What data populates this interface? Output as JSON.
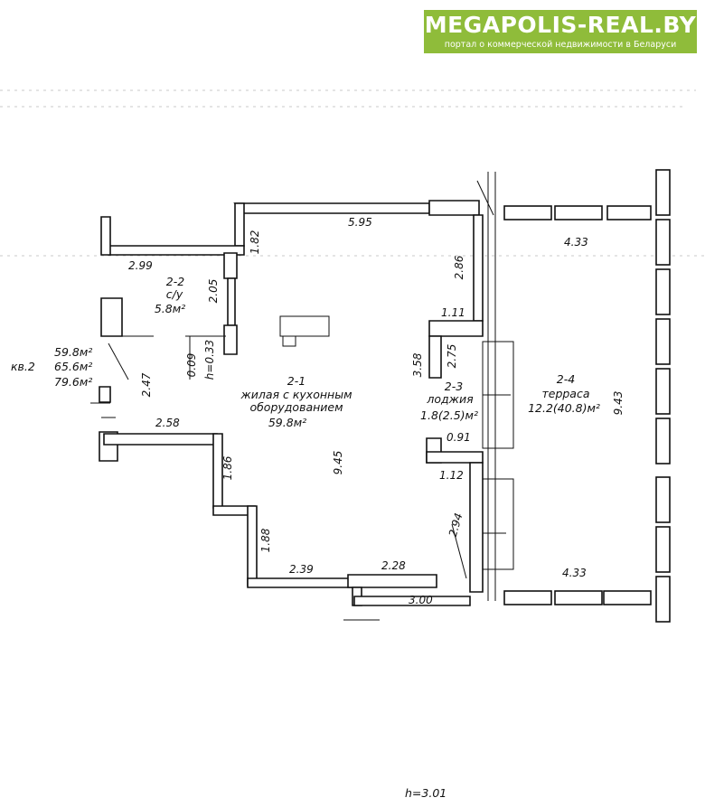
{
  "banner": {
    "site": "MEGAPOLIS-REAL.BY",
    "tagline": "портал о коммерческой недвижимости в Беларуси",
    "color": "#8fbc3a"
  },
  "apartment": {
    "label": "кв.2",
    "area_living": "59.8м²",
    "area_total": "65.6м²",
    "area_full": "79.6м²"
  },
  "rooms": {
    "main": {
      "id": "2-1",
      "name_line1": "жилая с кухонным",
      "name_line2": "оборудованием",
      "area": "59.8м²"
    },
    "bath": {
      "id": "2-2",
      "name": "с/у",
      "area": "5.8м²"
    },
    "loggia": {
      "id": "2-3",
      "name": "лоджия",
      "area": "1.8(2.5)м²"
    },
    "terrace": {
      "id": "2-4",
      "name": "терраса",
      "area": "12.2(40.8)м²"
    }
  },
  "dimensions": {
    "top_main": "5.95",
    "top_small": "1.82",
    "bath_width": "2.99",
    "bath_depth": "2.05",
    "wall_gap": "0.09",
    "threshold": "h=0.33",
    "left_wall": "2.47",
    "left_step": "2.58",
    "mid_vertical": "1.86",
    "lower_vertical": "1.88",
    "bottom_left": "2.39",
    "bottom_mid": "2.28",
    "bottom_right": "3.00",
    "room_depth": "9.45",
    "right_upper": "2.86",
    "right_niche_top": "1.11",
    "loggia_height": "3.58",
    "loggia_inner": "2.75",
    "loggia_width": "0.91",
    "right_niche_bottom": "1.12",
    "right_lower": "2.94",
    "terrace_top": "4.33",
    "terrace_bottom": "4.33",
    "terrace_depth": "9.43"
  },
  "ceiling_height": "h=3.01"
}
